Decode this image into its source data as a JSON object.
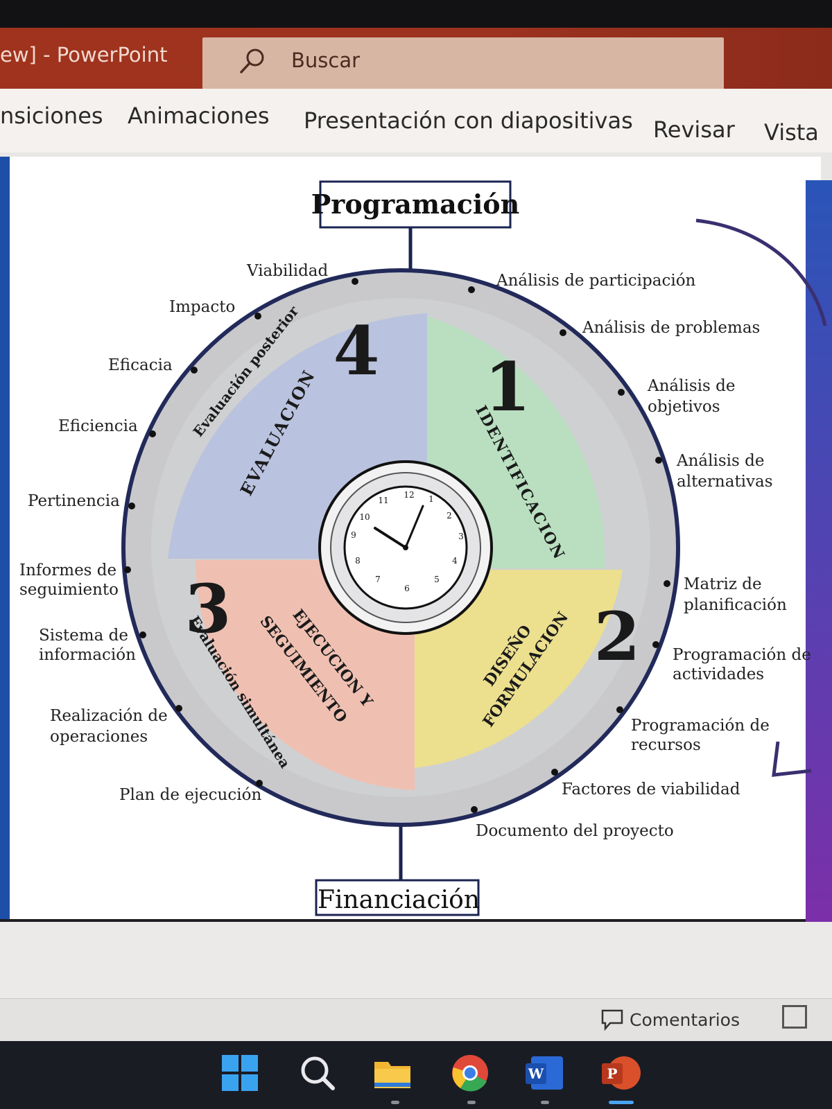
{
  "window": {
    "title_fragment": "ew]  -  PowerPoint",
    "search_placeholder": "Buscar"
  },
  "ribbon": {
    "tabs": [
      "nsiciones",
      "Animaciones",
      "Presentación con diapositivas",
      "Revisar",
      "Vista"
    ]
  },
  "slide": {
    "top_box": "Programación",
    "bottom_box": "Financiación",
    "quadrants": {
      "q1": {
        "number": "1",
        "label": "IDENTIFICACION"
      },
      "q2": {
        "number": "2",
        "label_1": "DISEÑO",
        "label_2": "FORMULACION"
      },
      "q3": {
        "number": "3",
        "label_1": "EJECUCION Y",
        "label_2": "SEGUIMIENTO"
      },
      "q4": {
        "number": "4",
        "label": "EVALUACION"
      }
    },
    "arc_labels": {
      "upper_left": "Evaluación posterior",
      "lower_left": "Evaluación simultánea"
    },
    "clock_numbers": [
      "12",
      "1",
      "2",
      "3",
      "4",
      "5",
      "6",
      "7",
      "8",
      "9",
      "10",
      "11"
    ],
    "outer_labels": {
      "analisis_participacion": "Análisis de participación",
      "analisis_problemas": "Análisis de problemas",
      "analisis_objetivos_1": "Análisis de",
      "analisis_objetivos_2": "objetivos",
      "analisis_alternativas_1": "Análisis de",
      "analisis_alternativas_2": "alternativas",
      "matriz_1": "Matriz de",
      "matriz_2": "planificación",
      "prog_actividades_1": "Programación de",
      "prog_actividades_2": "actividades",
      "prog_recursos_1": "Programación de",
      "prog_recursos_2": "recursos",
      "factores": "Factores de viabilidad",
      "documento": "Documento del proyecto",
      "plan": "Plan de ejecución",
      "realizacion_1": "Realización de",
      "realizacion_2": "operaciones",
      "sistema_1": "Sistema de",
      "sistema_2": "información",
      "informes_1": "Informes de",
      "informes_2": "seguimiento",
      "pertinencia": "Pertinencia",
      "eficiencia": "Eficiencia",
      "eficacia": "Eficacia",
      "impacto": "Impacto",
      "viabilidad": "Viabilidad"
    },
    "colors": {
      "q1": "#b9dfc0",
      "q2": "#ecdf8e",
      "q3": "#efc0b2",
      "q4": "#b9c2de",
      "ring": "#c9c9cc",
      "outline": "#222a5a"
    }
  },
  "statusbar": {
    "comments_label": "Comentarios"
  },
  "taskbar": {
    "icons": [
      "windows-start-icon",
      "search-icon",
      "file-explorer-icon",
      "chrome-icon",
      "word-icon",
      "powerpoint-icon"
    ],
    "word_letter": "W",
    "ppt_letter": "P"
  }
}
